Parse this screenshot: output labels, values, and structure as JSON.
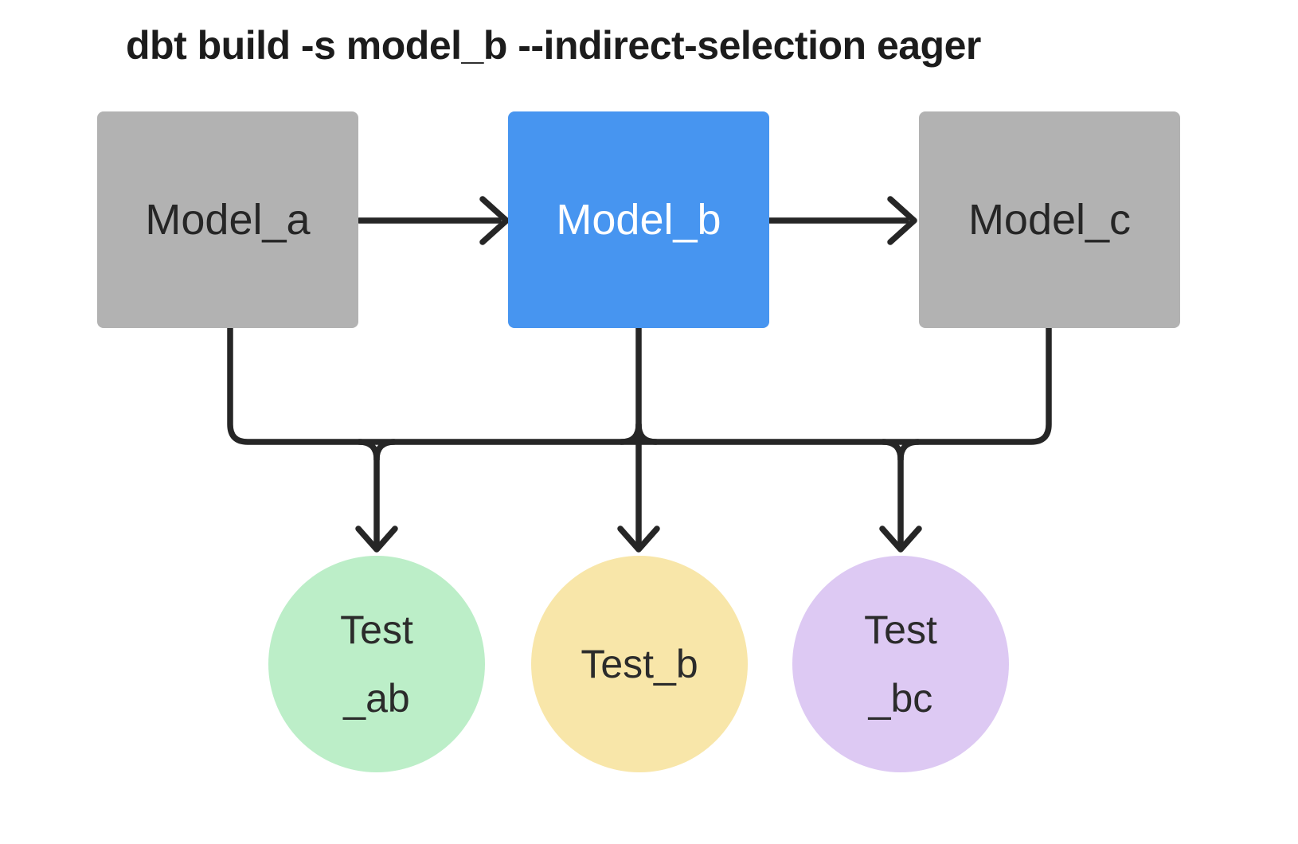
{
  "title": "dbt build -s model_b --indirect-selection eager",
  "colors": {
    "background": "#ffffff",
    "title-text": "#1c1c1c",
    "edge": "#262626",
    "model-default": "#b2b2b2",
    "model-default-text": "#262626",
    "model-selected": "#4795f0",
    "model-selected-text": "#ffffff",
    "test-ab-fill": "#bceec8",
    "test-b-fill": "#f8e6a9",
    "test-bc-fill": "#ddc9f3",
    "test-text": "#2b2b2b"
  },
  "nodes": {
    "models": [
      {
        "id": "model_a",
        "label": "Model_a",
        "state": "unselected"
      },
      {
        "id": "model_b",
        "label": "Model_b",
        "state": "selected"
      },
      {
        "id": "model_c",
        "label": "Model_c",
        "state": "unselected"
      }
    ],
    "tests": [
      {
        "id": "test_ab",
        "label": "Test\n_ab"
      },
      {
        "id": "test_b",
        "label": "Test_b"
      },
      {
        "id": "test_bc",
        "label": "Test\n_bc"
      }
    ]
  },
  "edges": [
    {
      "from": "model_a",
      "to": "model_b"
    },
    {
      "from": "model_b",
      "to": "model_c"
    },
    {
      "from": "model_a",
      "to": "test_ab"
    },
    {
      "from": "model_b",
      "to": "test_ab"
    },
    {
      "from": "model_b",
      "to": "test_b"
    },
    {
      "from": "model_b",
      "to": "test_bc"
    },
    {
      "from": "model_c",
      "to": "test_bc"
    }
  ]
}
